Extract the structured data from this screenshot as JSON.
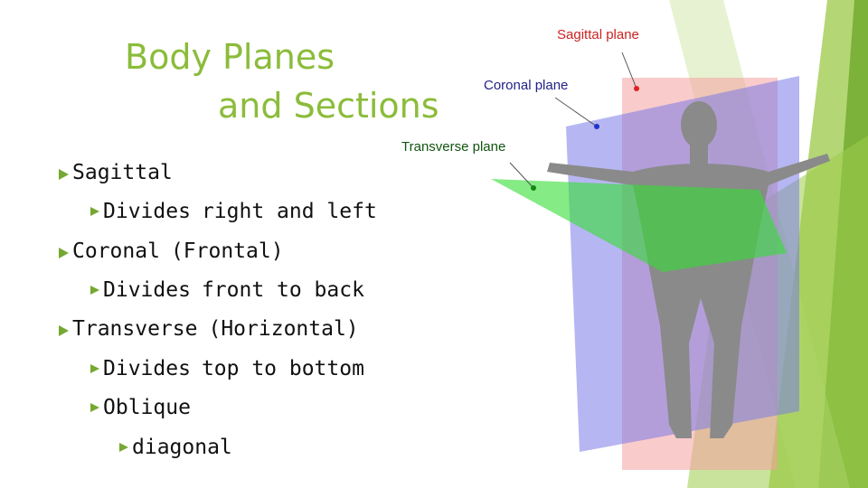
{
  "title": {
    "line1": "Body Planes",
    "line2": "and Sections"
  },
  "bullets": [
    {
      "level": 1,
      "term": "Sagittal",
      "desc": ""
    },
    {
      "level": 2,
      "term": "Divides",
      "desc": "right and left"
    },
    {
      "level": 1,
      "term": "Coronal",
      "desc": "(Frontal)"
    },
    {
      "level": 2,
      "term": "Divides",
      "desc": "front to back"
    },
    {
      "level": 1,
      "term": "Transverse",
      "desc": "(Horizontal)"
    },
    {
      "level": 2,
      "term": "Divides",
      "desc": "top to bottom"
    },
    {
      "level": 2,
      "term": "Oblique",
      "desc": ""
    },
    {
      "level": 3,
      "term": "diagonal",
      "desc": ""
    }
  ],
  "figure": {
    "labels": {
      "sagittal": "Sagittal plane",
      "coronal": "Coronal plane",
      "transverse": "Transverse plane"
    },
    "colors": {
      "sagittal": "#f08080",
      "coronal": "#6f6ff0",
      "transverse": "#33dd33",
      "label_text": "#cc2222",
      "label_text_blue": "#222288",
      "accent_green": "#8bbc3a"
    }
  }
}
